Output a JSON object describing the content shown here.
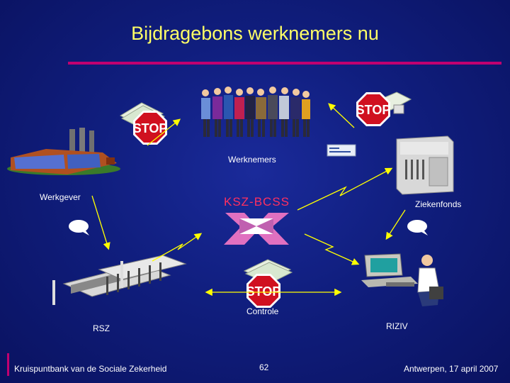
{
  "slide": {
    "title": "Bijdragebons werknemers nu",
    "footer_left": "Kruispuntbank van de Sociale Zekerheid",
    "page_number": "62",
    "footer_right": "Antwerpen, 17 april 2007"
  },
  "labels": {
    "werknemers": "Werknemers",
    "werkgever": "Werkgever",
    "ksz": "KSZ-BCSS",
    "ziekenfonds": "Ziekenfonds",
    "controle": "Controle",
    "rsz": "RSZ",
    "riziv": "RIZIV",
    "stop": "STOP"
  },
  "colors": {
    "title": "#ffff66",
    "accent_rule": "#c00070",
    "ksz_label": "#ff3060",
    "stop_sign": "#d01020",
    "arrows": "#ffff00"
  }
}
